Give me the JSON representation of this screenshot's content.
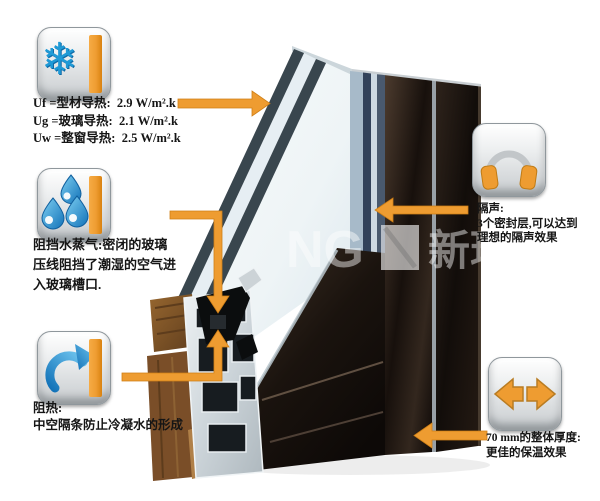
{
  "meta": {
    "background": "#ffffff",
    "accent_orange": "#EE9C31",
    "icon_blue": "#2196D3",
    "frame_dark": "#1D1511",
    "wood_brown": "#7A4E28",
    "aluminum_silver": "#D7DDE0",
    "text_color": "#151515"
  },
  "annotations": {
    "thermal": {
      "icon": "snowflake-icon",
      "lines": [
        "Uf =型材导热:  2.9 W/m².k",
        "Ug =玻璃导热:  2.1 W/m².k",
        "Uw =整窗导热:  2.5 W/m².k"
      ]
    },
    "vapor": {
      "icon": "water-drops-icon",
      "lines": [
        "阻挡水蒸气:密闭的玻璃",
        "压线阻挡了潮湿的空气进",
        "入玻璃槽口."
      ]
    },
    "heat": {
      "icon": "rotation-arrow-icon",
      "lines": [
        "阻热:",
        "中空隔条防止冷凝水的形成"
      ]
    },
    "sound": {
      "icon": "headphones-icon",
      "lines": [
        "隔声:",
        "3个密封层,可以达到",
        "理想的隔声效果"
      ]
    },
    "thickness": {
      "icon": "width-arrows-icon",
      "lines": [
        "70 mm的整体厚度:",
        "更佳的保温效果"
      ]
    }
  },
  "watermark": {
    "latin": "NG",
    "cjk": "新玻"
  }
}
